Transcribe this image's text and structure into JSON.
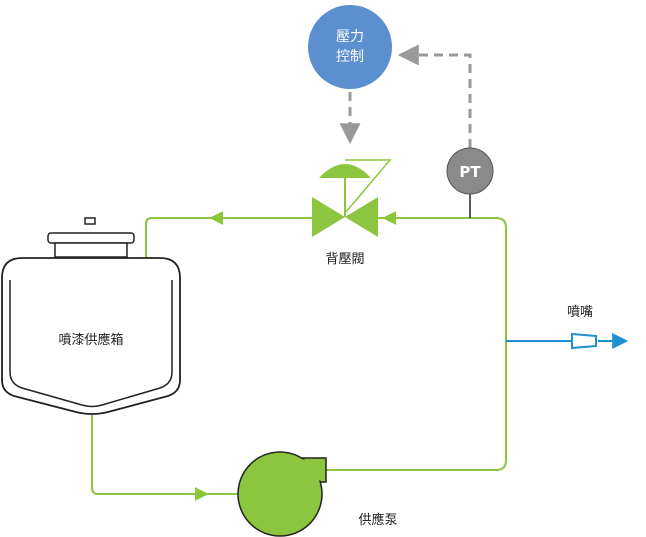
{
  "labels": {
    "controller_line1": "壓力",
    "controller_line2": "控制",
    "transmitter": "PT",
    "valve": "背壓閥",
    "tank": "噴漆供應箱",
    "nozzle": "噴嘴",
    "pump": "供應泵"
  },
  "colors": {
    "line_green": "#8cc63f",
    "fill_green": "#8cc63f",
    "controller_blue": "#5b8fd0",
    "signal_gray": "#999999",
    "transmitter_gray": "#8a8a8a",
    "nozzle_blue": "#1e8fd0",
    "outline": "#222222"
  }
}
